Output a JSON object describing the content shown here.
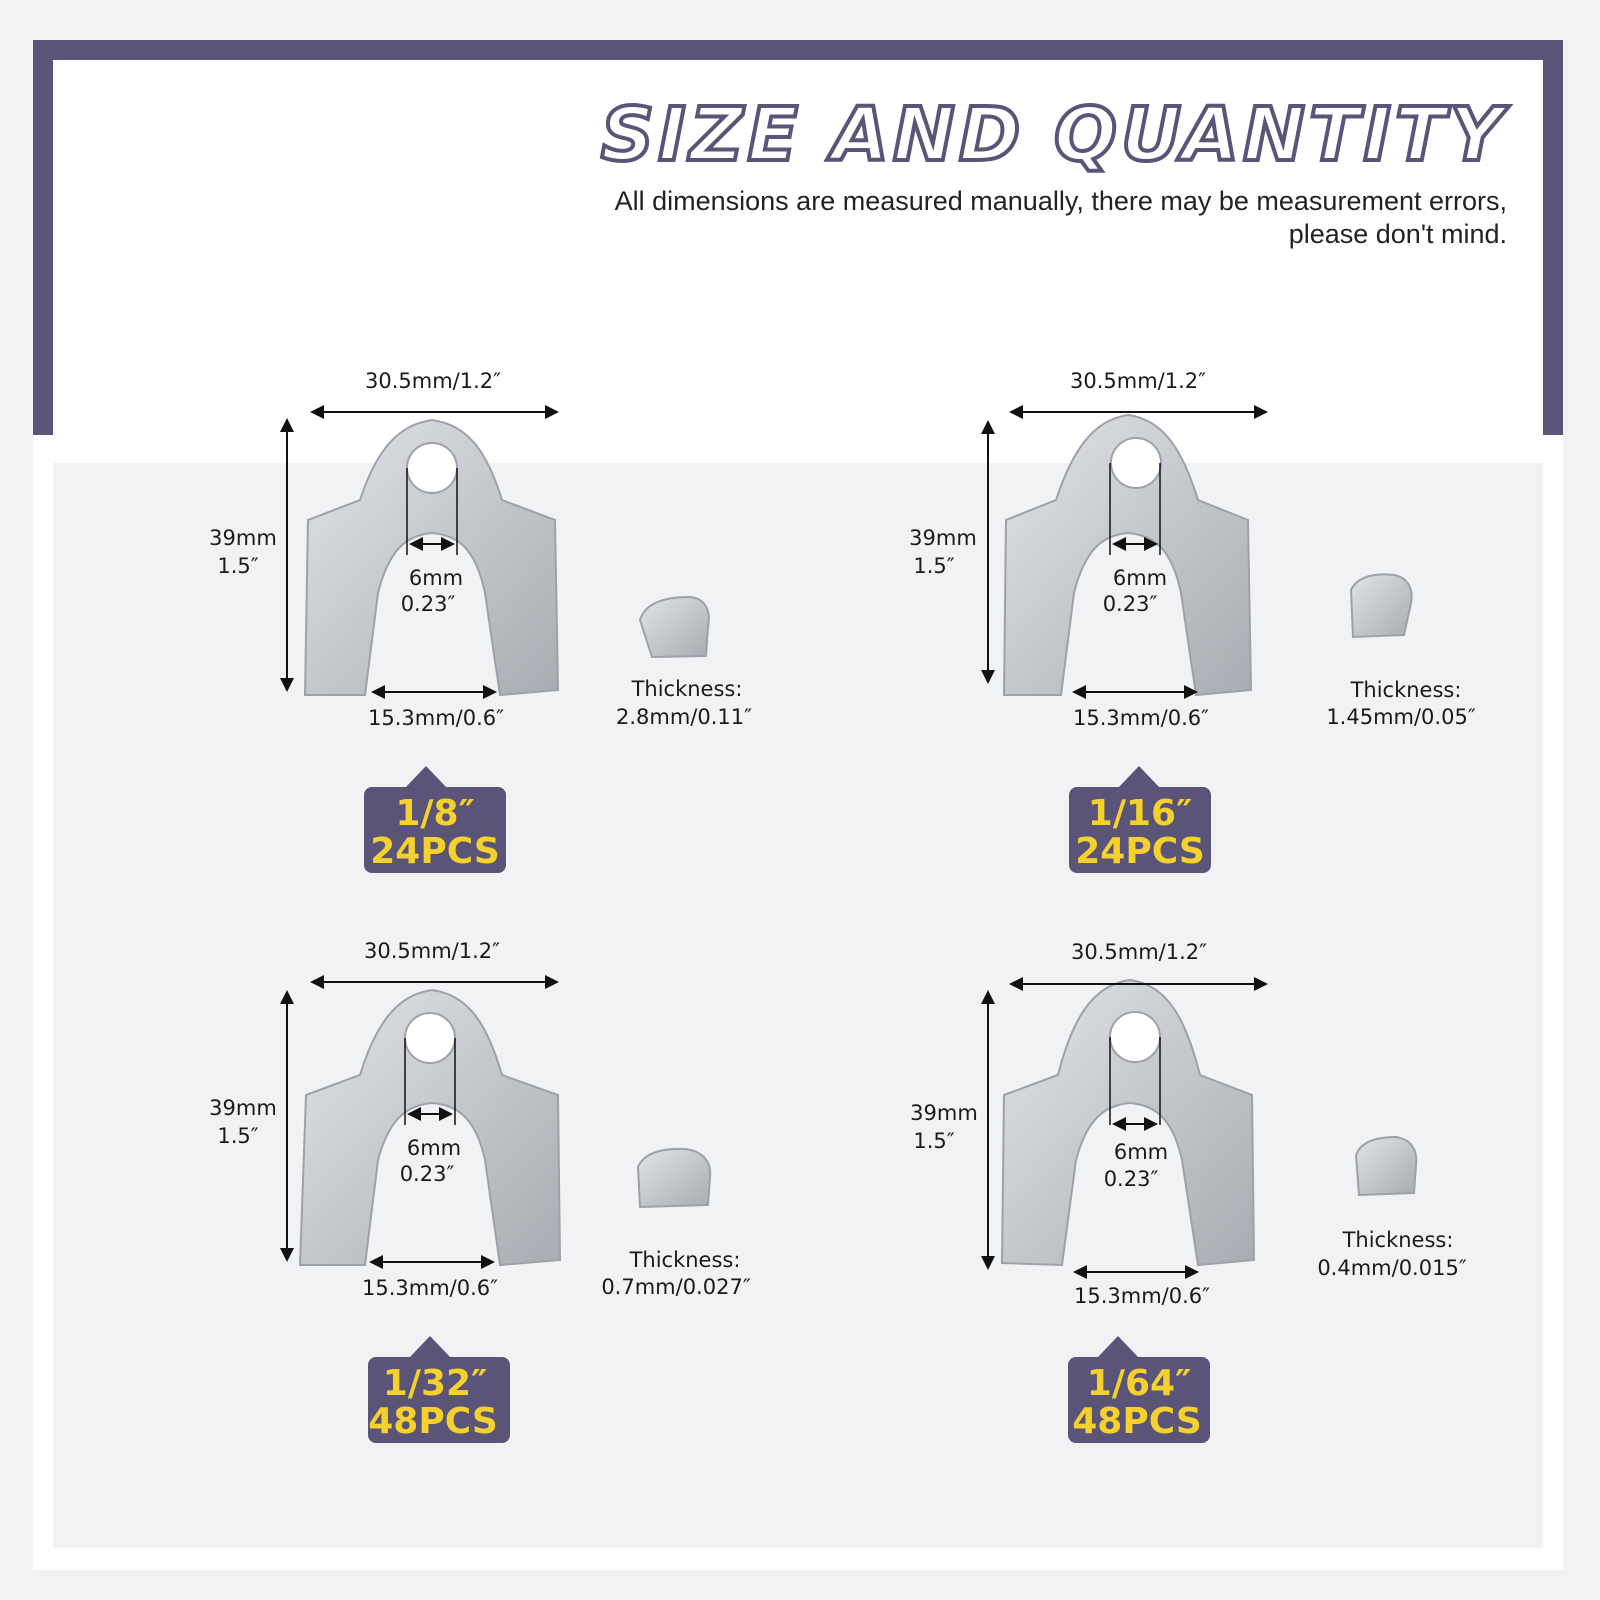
{
  "header": {
    "title": "SIZE AND QUANTITY",
    "subtitle": "All dimensions are measured manually, there may be measurement errors, please don't mind."
  },
  "colors": {
    "frame": "#5a5478",
    "badge_bg": "#5a5478",
    "badge_text": "#f5d12e",
    "metal": "#c6c9ce"
  },
  "shims": [
    {
      "width_label": "30.5mm/1.2″",
      "height_mm": "39mm",
      "height_in": "1.5″",
      "hole_mm": "6mm",
      "hole_in": "0.23″",
      "slot_label": "15.3mm/0.6″",
      "thickness_label": "Thickness:",
      "thickness_value": "2.8mm/0.11″",
      "size": "1/8″",
      "quantity": "24PCS"
    },
    {
      "width_label": "30.5mm/1.2″",
      "height_mm": "39mm",
      "height_in": "1.5″",
      "hole_mm": "6mm",
      "hole_in": "0.23″",
      "slot_label": "15.3mm/0.6″",
      "thickness_label": "Thickness:",
      "thickness_value": "1.45mm/0.05″",
      "size": "1/16″",
      "quantity": "24PCS"
    },
    {
      "width_label": "30.5mm/1.2″",
      "height_mm": "39mm",
      "height_in": "1.5″",
      "hole_mm": "6mm",
      "hole_in": "0.23″",
      "slot_label": "15.3mm/0.6″",
      "thickness_label": "Thickness:",
      "thickness_value": "0.7mm/0.027″",
      "size": "1/32″",
      "quantity": "48PCS"
    },
    {
      "width_label": "30.5mm/1.2″",
      "height_mm": "39mm",
      "height_in": "1.5″",
      "hole_mm": "6mm",
      "hole_in": "0.23″",
      "slot_label": "15.3mm/0.6″",
      "thickness_label": "Thickness:",
      "thickness_value": "0.4mm/0.015″",
      "size": "1/64″",
      "quantity": "48PCS"
    }
  ]
}
